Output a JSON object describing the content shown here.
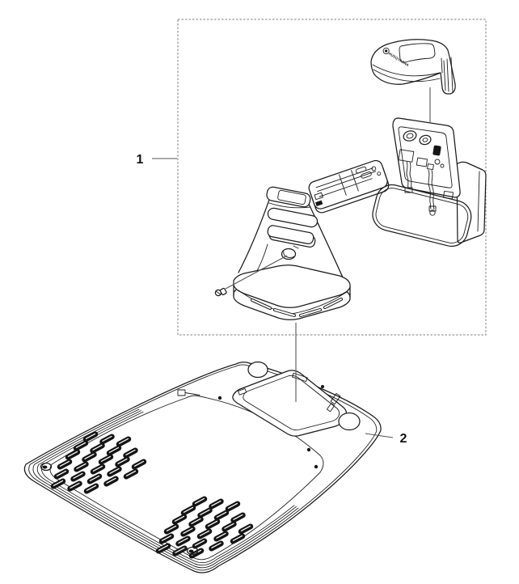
{
  "figure": {
    "background": "#ffffff",
    "line_color": "#1c1c1c",
    "vent_fill": "#151515",
    "dash_color": "#7d7d7d"
  },
  "callouts": {
    "part1": "1",
    "part2": "2"
  },
  "logo": {
    "text": "HUSQVARNA"
  }
}
